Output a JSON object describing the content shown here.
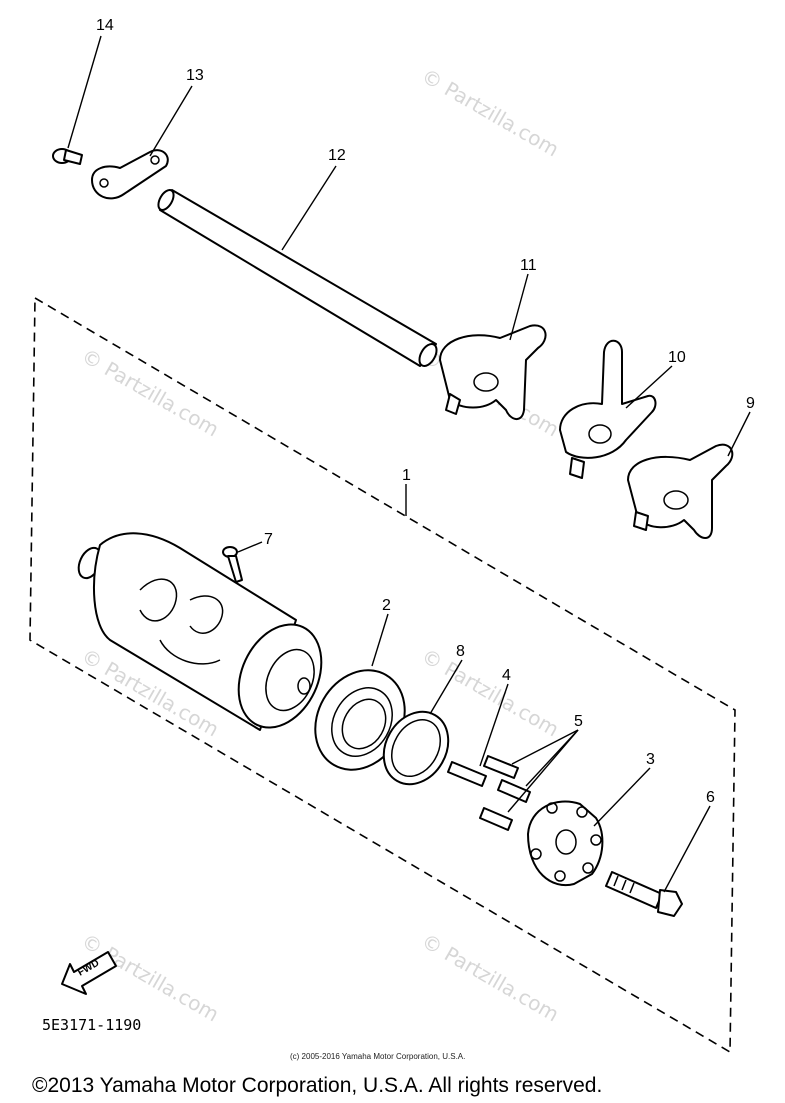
{
  "diagram": {
    "callouts": {
      "c1": "1",
      "c2": "2",
      "c3": "3",
      "c4": "4",
      "c5": "5",
      "c6": "6",
      "c7": "7",
      "c8": "8",
      "c9": "9",
      "c10": "10",
      "c11": "11",
      "c12": "12",
      "c13": "13",
      "c14": "14"
    },
    "watermark_text": "© Partzilla.com",
    "fwd_label": "FWD",
    "part_code": "5E3171-1190",
    "small_copyright": "(c) 2005-2016 Yamaha Motor Corporation, U.S.A.",
    "main_copyright": "©2013 Yamaha Motor Corporation, U.S.A. All rights reserved."
  }
}
